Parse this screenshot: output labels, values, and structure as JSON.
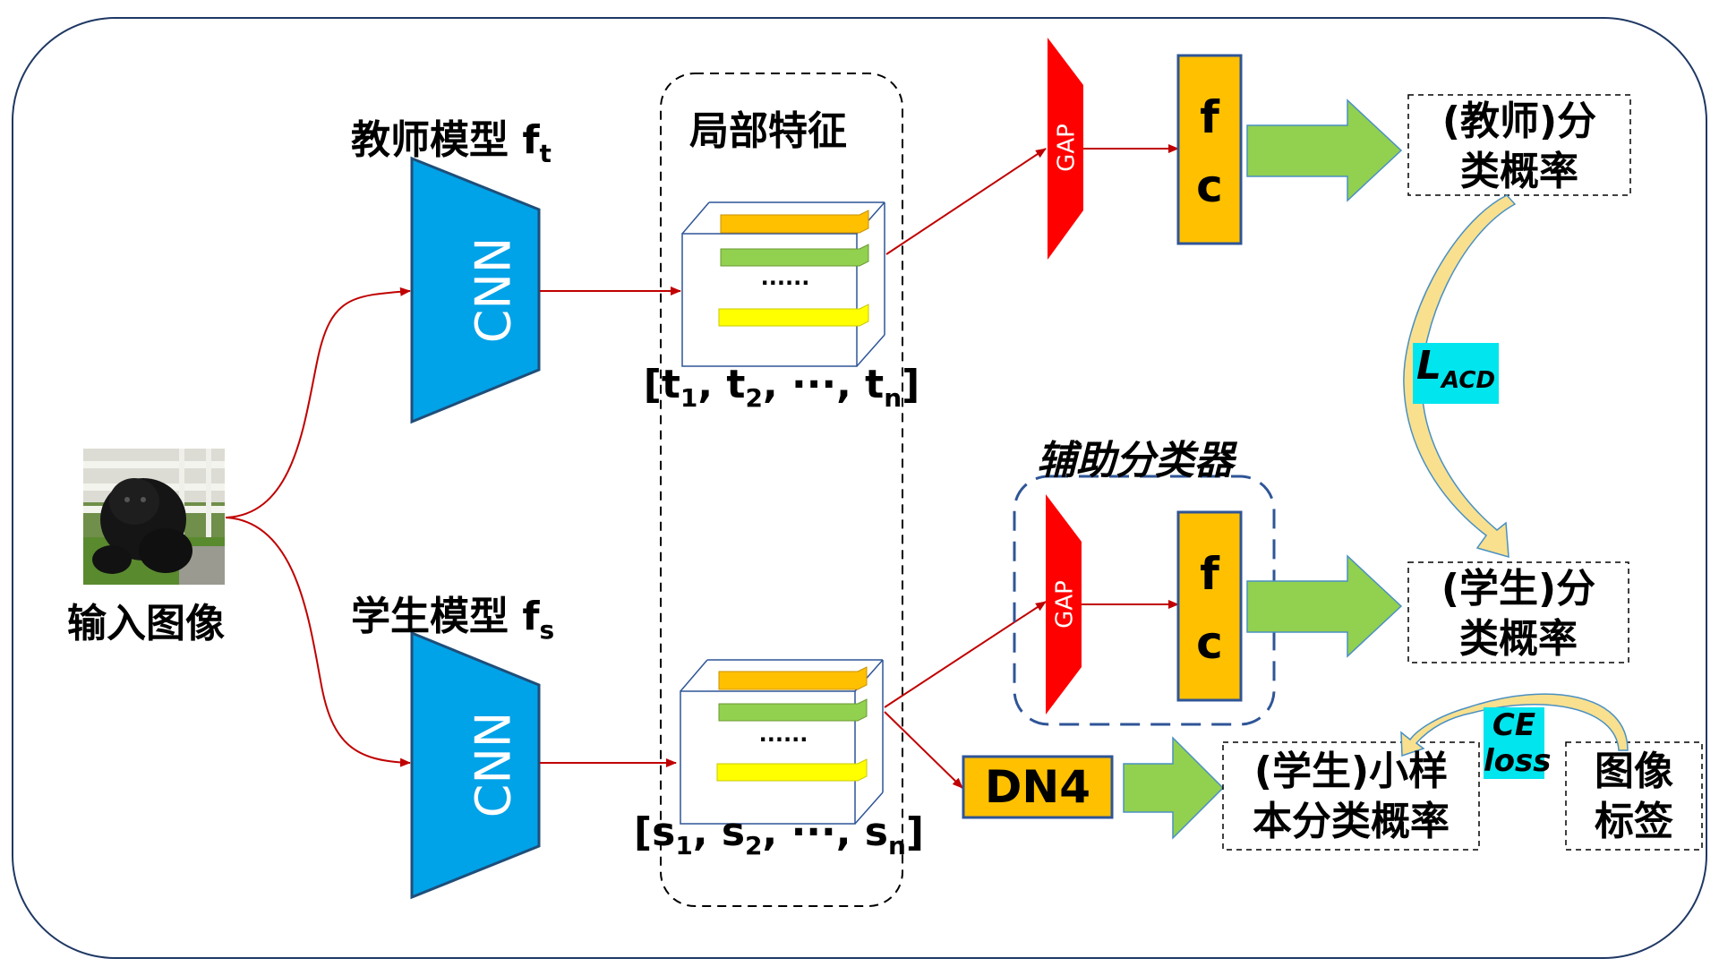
{
  "input": {
    "label": "输入图像"
  },
  "teacher": {
    "title": "教师模型 f",
    "sub": "t",
    "cnn": "CNN"
  },
  "student": {
    "title": "学生模型 f",
    "sub": "s",
    "cnn": "CNN"
  },
  "local_features": {
    "title": "局部特征",
    "dots_top": "......",
    "dots_bottom": "......",
    "teacher_vec": {
      "pre": "[t",
      "s1": "1",
      "mid1": ", t",
      "s2": "2",
      "mid2": ", ···, t",
      "s3": "n",
      "post": "]"
    },
    "student_vec": {
      "pre": "[s",
      "s1": "1",
      "mid1": ", s",
      "s2": "2",
      "mid2": ", ···, s",
      "s3": "n",
      "post": "]"
    }
  },
  "gap_label": "GAP",
  "fc": {
    "f": "f",
    "c": "c"
  },
  "aux_classifier": {
    "title": "辅助分类器"
  },
  "dn4": {
    "label": "DN4"
  },
  "outputs": {
    "teacher_prob": {
      "line1": "(教师)分",
      "line2": "类概率"
    },
    "student_prob": {
      "line1": "(学生)分",
      "line2": "类概率"
    },
    "fewshot_prob": {
      "line1": "(学生)小样",
      "line2": "本分类概率"
    },
    "image_label": {
      "line1": "图像",
      "line2": "标签"
    }
  },
  "losses": {
    "acd": {
      "main": "L",
      "sub": "ACD"
    },
    "ce": {
      "line1": "CE",
      "line2": "loss"
    }
  },
  "colors": {
    "frame": "#1f3864",
    "cnn": "#00a2e8",
    "cnn_border": "#1f4e79",
    "arrow": "#c00000",
    "gap": "#ff0000",
    "fc": "#ffc000",
    "fc_border": "#2f5597",
    "big_arrow": "#92d050",
    "big_arrow_border": "#4a90c2",
    "bar_orange": "#ffc000",
    "bar_green": "#92d050",
    "bar_yellow": "#ffff00",
    "curve_fill": "#f8e08e",
    "highlight": "#00e5ee",
    "aux_border": "#2f5597"
  }
}
